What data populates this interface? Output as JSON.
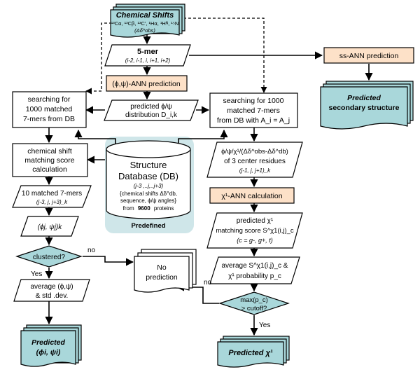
{
  "nodes": {
    "chemical_shifts": {
      "title": "Chemical Shifts",
      "nuclei": "¹³Cα, ¹³Cβ, ¹³C', ¹Hα, ¹Hᴺ, ¹⁵N",
      "delta": "(Δδ^obs)"
    },
    "five_mer": {
      "title": "5-mer",
      "range": "(i-2, i-1, i, i+1, i+2)"
    },
    "ss_ann": {
      "label": "ss-ANN prediction"
    },
    "predicted_ss": {
      "line1": "Predicted",
      "line2": "secondary structure"
    },
    "phipsi_ann": {
      "label": "(ϕ,ψ)-ANN prediction"
    },
    "predicted_dist": {
      "line1": "predicted ϕ/ψ",
      "line2": "distribution D_i,k"
    },
    "search_left": {
      "line1": "searching for",
      "line2": "1000 matched",
      "line3": "7-mers from DB"
    },
    "search_right": {
      "line1": "searching for 1000",
      "line2": "matched 7-mers",
      "line3": "from DB with A_i = A_j"
    },
    "score_calc": {
      "line1": "chemical shift",
      "line2": "matching score",
      "line3": "calculation"
    },
    "database": {
      "title1": "Structure",
      "title2": "Database (DB)",
      "range": "(j-3 ,..j,..j+3)",
      "detail1": "{chemical shifts Δδ^db,",
      "detail2": "sequence, ϕ/ψ angles}",
      "from_prefix": "from",
      "count": "9600",
      "from_suffix": "proteins",
      "predefined": "Predefined"
    },
    "ten_matched": {
      "line1": "10 matched 7-mers",
      "line2": "(j-3, j, j+3)_k"
    },
    "phipsi_k": {
      "label": "(ϕj, ψj)k"
    },
    "chi_params": {
      "line1": "ϕ/ψ/χ¹/(Δδ^obs-Δδ^db)",
      "line2": "of 3 center residues",
      "line3": "(j-1, j, j+1)_k"
    },
    "chi_ann": {
      "label": "χ¹-ANN calculation"
    },
    "clustered": {
      "label": "clustered?"
    },
    "no_prediction": {
      "line1": "No",
      "line2": "prediction"
    },
    "chi_score": {
      "line1": "predicted χ¹",
      "line2": "matching score S^χ1(i,j)_c",
      "line3": "(c = g-, g+, t)"
    },
    "average": {
      "line1": "average (ϕ,ψ)",
      "line2": "& std .dev."
    },
    "chi_average": {
      "line1": "average S^χ1(i,j)_c &",
      "line2": "χ¹ probability p_c"
    },
    "cutoff": {
      "line1": "max(p_c)",
      "line2": "> cutoff?"
    },
    "predicted_phipsi": {
      "line1": "Predicted",
      "line2": "(ϕi, ψi)"
    },
    "predicted_chi": {
      "label": "Predicted χ¹"
    }
  },
  "edge_labels": {
    "clustered_no": "no",
    "clustered_yes": "Yes",
    "cutoff_no": "no",
    "cutoff_yes": "Yes"
  },
  "colors": {
    "teal_fill": "#a9d7da",
    "peach_fill": "#fde1c8",
    "database_fill": "#cfe6e9"
  }
}
